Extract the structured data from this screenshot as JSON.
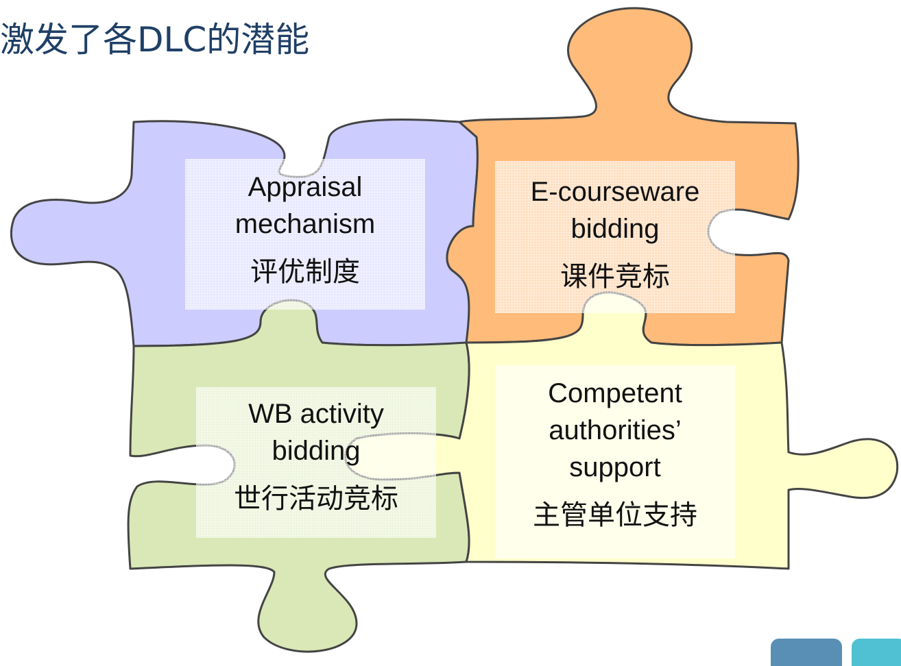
{
  "title": "激发了各DLC的潜能",
  "colors": {
    "title": "#1f3f66",
    "appraisal_piece": "#ccccff",
    "courseware_piece": "#ffbb7a",
    "wb_piece": "#d9e8b6",
    "authorities_piece": "#ffffcc",
    "outline": "#444444",
    "corner_tab_left": "#5a8fb5",
    "corner_tab_right": "#4fc1d2"
  },
  "pieces": {
    "appraisal": {
      "en_line1": "Appraisal",
      "en_line2": "mechanism",
      "zh": "评优制度"
    },
    "courseware": {
      "en_line1": "E-courseware",
      "en_line2": "bidding",
      "zh": "课件竞标"
    },
    "wb": {
      "en_line1": "WB activity",
      "en_line2": "bidding",
      "zh": "世行活动竞标"
    },
    "authorities": {
      "en_line1": "Competent",
      "en_line2": "authorities’",
      "en_line3": "support",
      "zh": "主管单位支持"
    }
  }
}
